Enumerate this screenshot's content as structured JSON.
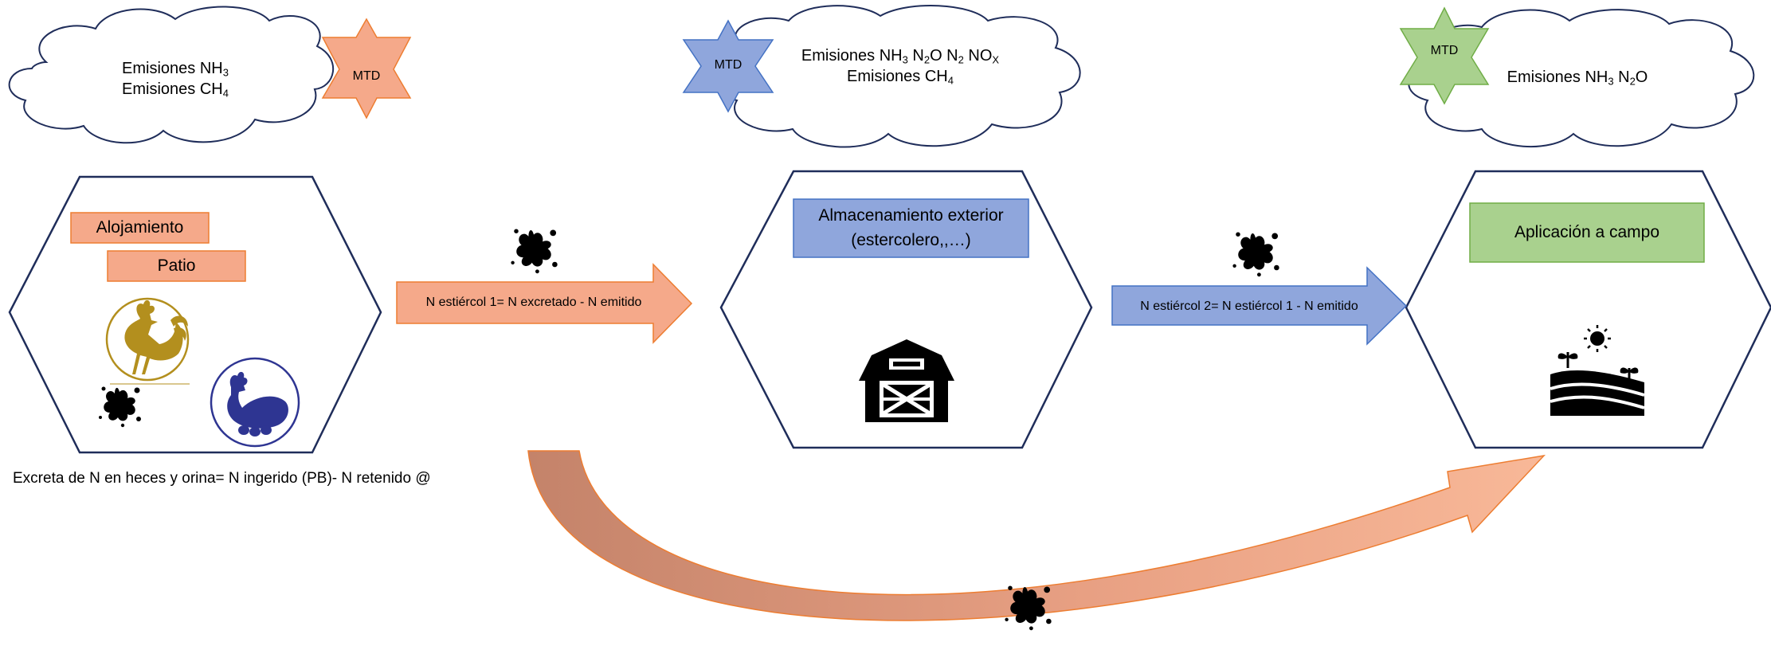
{
  "colors": {
    "orange_fill": "#f5a98a",
    "orange_stroke": "#ed7d31",
    "blue_fill": "#8fa6dc",
    "blue_stroke": "#4472c4",
    "green_fill": "#a9d18e",
    "green_stroke": "#70ad47",
    "hexagon_stroke": "#1f2d5a",
    "rooster_gold": "#b38f1e",
    "hen_navy": "#2e3592"
  },
  "stage1": {
    "cloud": {
      "line1_prefix": "Emisiones NH",
      "line1_sub": "3",
      "line2_prefix": "Emisiones CH",
      "line2_sub": "4"
    },
    "star_label": "MTD",
    "box_housing": "Alojamiento",
    "box_yard": "Patio",
    "icons": [
      "rooster-icon",
      "hen-icon",
      "manure-splat-icon"
    ],
    "caption": "Excreta de N en heces y orina= N ingerido (PB)- N retenido @"
  },
  "arrow1": {
    "label": "N estiércol 1= N excretado - N emitido"
  },
  "stage2": {
    "cloud": {
      "t1": "Emisiones NH",
      "s1": "3",
      "t2": " N",
      "s2": "2",
      "t3": "O N",
      "s3": "2",
      "t4": " NO",
      "s4": "X",
      "line2_prefix": "Emisiones CH",
      "line2_sub": "4"
    },
    "star_label": "MTD",
    "box_line1": "Almacenamiento exterior",
    "box_line2": "(estercolero,,…)",
    "icons": [
      "barn-icon"
    ]
  },
  "arrow2": {
    "label": "N estiércol 2= N estiércol 1 - N emitido"
  },
  "stage3": {
    "cloud": {
      "t1": "Emisiones NH",
      "s1": "3",
      "t2": " N",
      "s2": "2",
      "t3": "O"
    },
    "star_label": "MTD",
    "box": "Aplicación a campo",
    "icons": [
      "field-sun-icon"
    ]
  },
  "curved_arrow": {
    "icons": [
      "manure-splat-icon"
    ]
  }
}
